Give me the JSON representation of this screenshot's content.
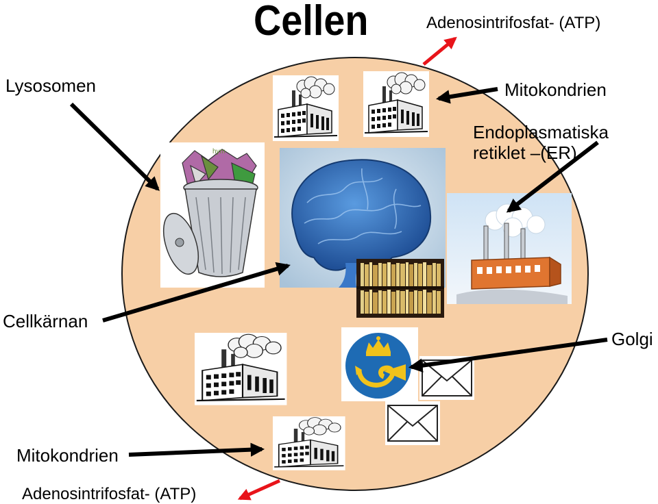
{
  "title": "Cellen",
  "labels": {
    "atp_top": "Adenosintrifosfat- (ATP)",
    "lysosomen": "Lysosomen",
    "mitokondrien_top": "Mitokondrien",
    "er_line1": "Endoplasmatiska",
    "er_line2": "retiklet –(ER)",
    "cellkarnan": "Cellkärnan",
    "golgi": "Golgi",
    "mitokondrien_bottom": "Mitokondrien",
    "atp_bottom": "Adenosintrifosfat- (ATP)"
  },
  "trash_tag": "hym",
  "colors": {
    "cell_fill": "#f7cfa6",
    "cell_stroke": "#1a1a1a",
    "arrow_black": "#000000",
    "arrow_red": "#e8141a",
    "brain_blue": "#2f6fc2",
    "post_blue": "#1e6bb4",
    "post_yellow": "#f1c21b",
    "factory_orange": "#e07530"
  },
  "icons": {
    "lysosome": "trash-can-icon",
    "nucleus": "brain-icon",
    "library": "bookshelf-icon",
    "er": "factory-icon",
    "golgi": "post-horn-icon",
    "envelope": "envelope-icon",
    "mitochondria": "factory-building-icon"
  }
}
